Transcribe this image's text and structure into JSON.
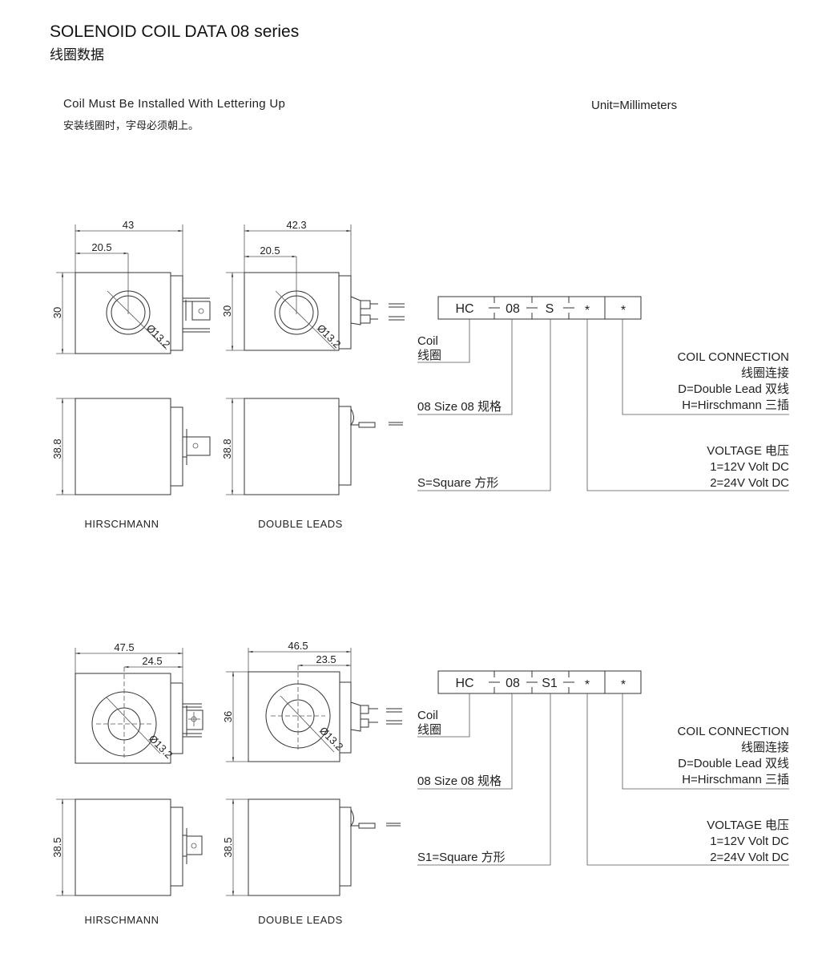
{
  "header": {
    "title": "SOLENOID COIL DATA 08 series",
    "subtitle": "线圈数据",
    "note_en": "Coil Must Be Installed With Lettering Up",
    "note_cn": "安装线圈时，字母必须朝上。",
    "unit": "Unit=Millimeters"
  },
  "sections": [
    {
      "hirschmann": {
        "width": "43",
        "center_offset": "20.5",
        "height": "30",
        "diameter": "Ø13.2",
        "side_height": "38.8",
        "label": "HIRSCHMANN"
      },
      "double_leads": {
        "width": "42.3",
        "center_offset": "20.5",
        "height": "30",
        "diameter": "Ø13.2",
        "side_height": "38.8",
        "label": "DOUBLE LEADS"
      },
      "code": {
        "cells": [
          "HC",
          "08",
          "S",
          "*",
          "*"
        ]
      },
      "legend": {
        "coil_en": "Coil",
        "coil_cn": "线圈",
        "size": "08 Size 08 规格",
        "shape": "S=Square 方形",
        "connection_title": "COIL CONNECTION",
        "connection_cn": "线圈连接",
        "connection_d": "D=Double Lead 双线",
        "connection_h": "H=Hirschmann 三插",
        "voltage_title": "VOLTAGE 电压",
        "voltage_1": "1=12V Volt DC",
        "voltage_2": "2=24V Volt DC"
      }
    },
    {
      "hirschmann": {
        "width": "47.5",
        "center_offset": "24.5",
        "diameter": "Ø13.2",
        "side_height": "38.5",
        "label": "HIRSCHMANN"
      },
      "double_leads": {
        "width": "46.5",
        "center_offset": "23.5",
        "height": "36",
        "diameter": "Ø13.2",
        "side_height": "38.5",
        "label": "DOUBLE LEADS"
      },
      "code": {
        "cells": [
          "HC",
          "08",
          "S1",
          "*",
          "*"
        ]
      },
      "legend": {
        "coil_en": "Coil",
        "coil_cn": "线圈",
        "size": "08 Size 08 规格",
        "shape": "S1=Square 方形",
        "connection_title": "COIL CONNECTION",
        "connection_cn": "线圈连接",
        "connection_d": "D=Double Lead 双线",
        "connection_h": "H=Hirschmann 三插",
        "voltage_title": "VOLTAGE 电压",
        "voltage_1": "1=12V Volt DC",
        "voltage_2": "2=24V Volt DC"
      }
    }
  ]
}
